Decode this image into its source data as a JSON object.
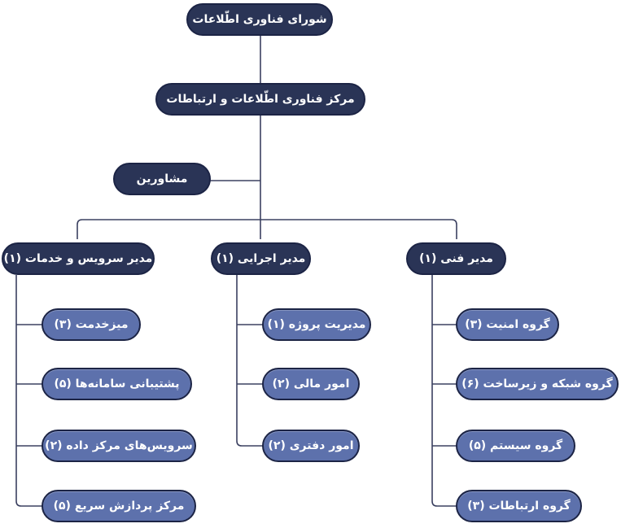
{
  "top": {
    "council": "شورای فناوری اطّلاعات",
    "center": "مرکز فناوری اطّلاعات و ارتباطات",
    "advisors": "مشاورین"
  },
  "managers": {
    "service": "مدیر سرویس و خدمات (۱)",
    "executive": "مدیر اجرایی (۱)",
    "technical": "مدیر فنی (۱)"
  },
  "service_units": [
    "میزخدمت (۳)",
    "پشتیبانی سامانه‌ها (۵)",
    "سرویس‌های مرکز داده (۲)",
    "مرکز پردازش سریع (۵)"
  ],
  "executive_units": [
    "مدیریت پروژه (۱)",
    "امور مالی (۲)",
    "امور دفتری (۲)"
  ],
  "technical_units": [
    "گروه امنیت (۳)",
    "گروه شبکه و زیرساخت (۶)",
    "گروه سیستم (۵)",
    "گروه ارتباطات (۳)"
  ],
  "colors": {
    "dark_node": "#2a3456",
    "light_node": "#5d71ac",
    "connector": "#3b4060"
  }
}
